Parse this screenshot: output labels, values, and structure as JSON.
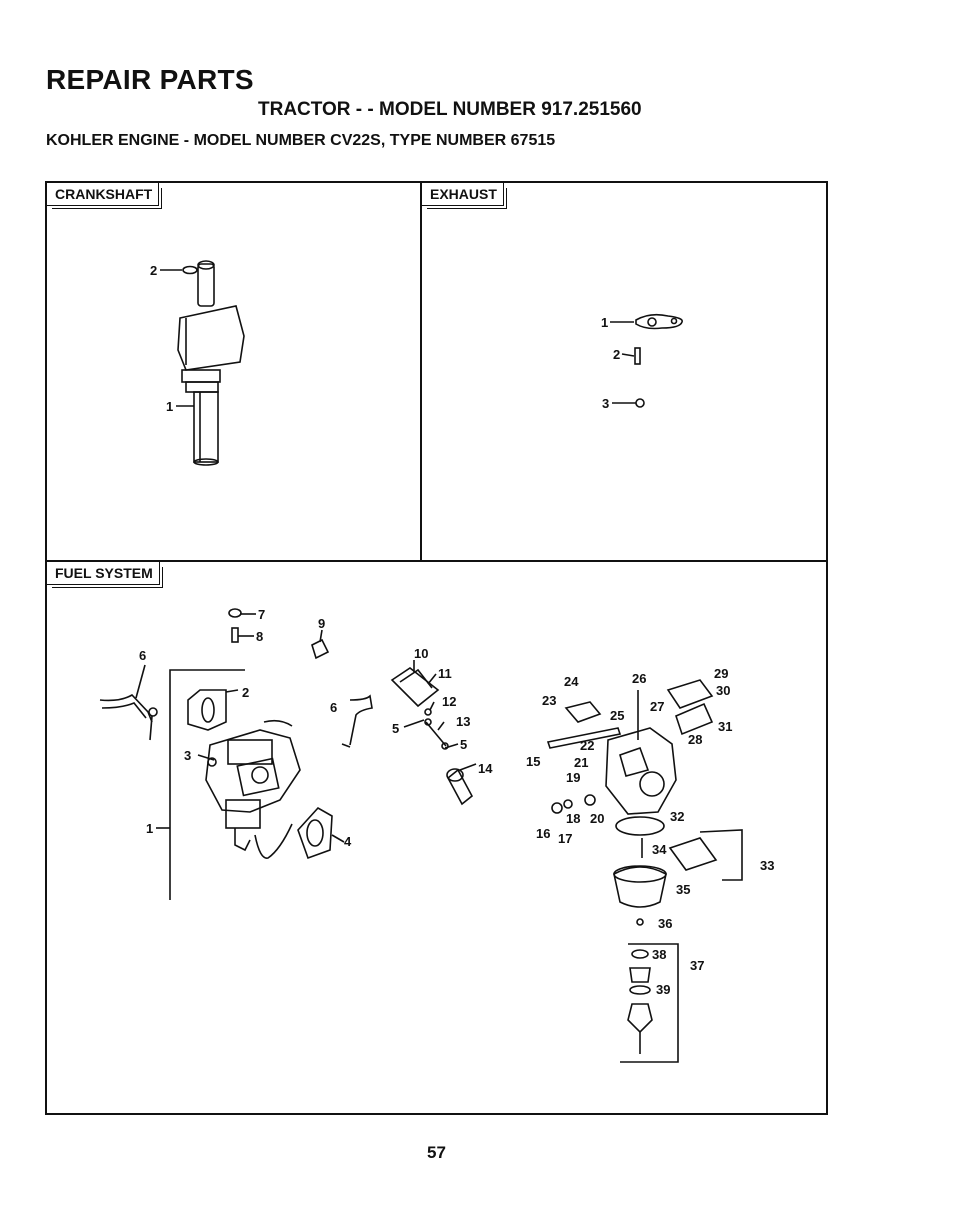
{
  "header": {
    "title": "REPAIR PARTS",
    "tractor": "TRACTOR - - MODEL NUMBER 917.251560",
    "engine": "KOHLER ENGINE - MODEL NUMBER CV22S, TYPE NUMBER 67515"
  },
  "sections": {
    "crankshaft": {
      "label": "CRANKSHAFT",
      "callouts": [
        "2",
        "1"
      ]
    },
    "exhaust": {
      "label": "EXHAUST",
      "callouts": [
        "1",
        "2",
        "3"
      ]
    },
    "fuel": {
      "label": "FUEL SYSTEM",
      "callouts": [
        "7",
        "8",
        "9",
        "6",
        "10",
        "11",
        "2",
        "12",
        "13",
        "5",
        "3",
        "6",
        "5",
        "14",
        "1",
        "4",
        "24",
        "26",
        "29",
        "30",
        "23",
        "25",
        "27",
        "31",
        "28",
        "22",
        "15",
        "21",
        "19",
        "18",
        "20",
        "16",
        "17",
        "32",
        "34",
        "33",
        "35",
        "36",
        "38",
        "37",
        "39"
      ]
    }
  },
  "page_number": "57"
}
